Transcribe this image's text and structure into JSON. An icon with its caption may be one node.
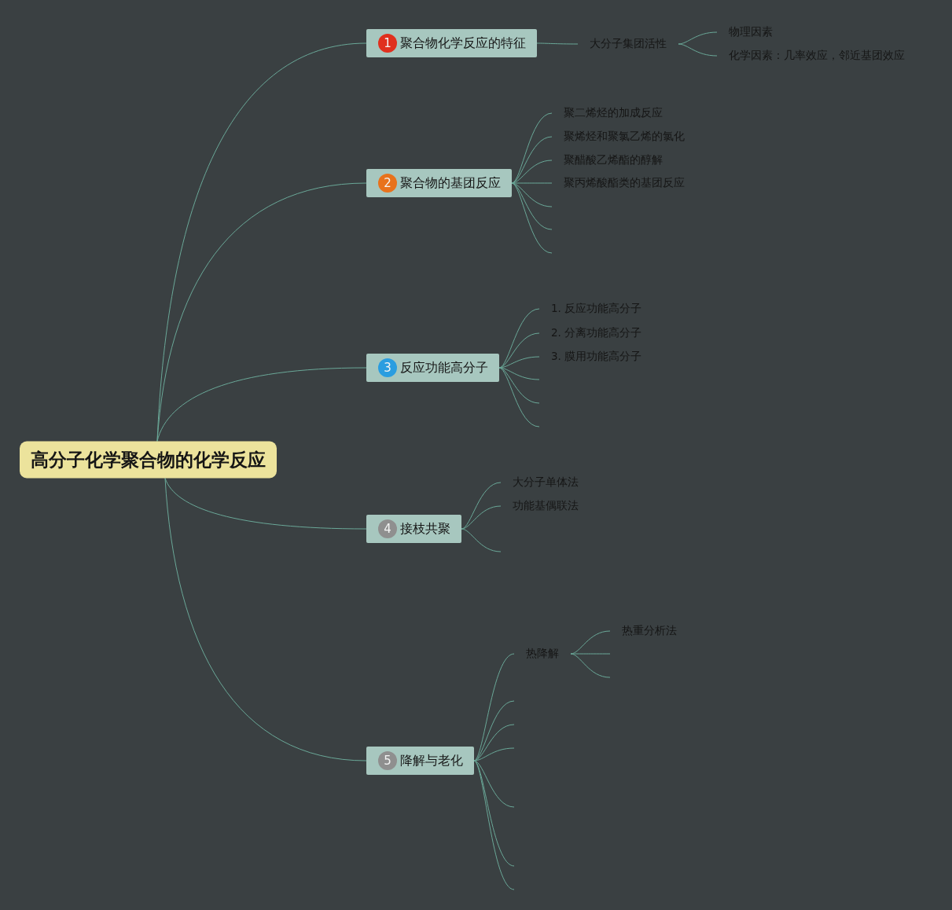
{
  "diagram": {
    "nodes": [
      {
        "text": [
          "高分子化学聚合物的化学反应"
        ]
      },
      {
        "text": [
          "1",
          "聚合物化学反应的特征"
        ]
      },
      {
        "text": [
          "大分子集团活性"
        ]
      },
      {
        "text": [
          "物理因素"
        ]
      },
      {
        "text": [
          "化学因素：几率效应，邻近基团效应"
        ]
      },
      {
        "text": [
          "2",
          "聚合物的基团反应"
        ]
      },
      {
        "text": [
          "聚二烯烃的加成反应"
        ]
      },
      {
        "text": [
          "聚烯烃和聚氯乙烯的氯化"
        ]
      },
      {
        "text": [
          "聚醋酸乙烯酯的醇解"
        ]
      },
      {
        "text": [
          "聚丙烯酸酯类的基团反应"
        ]
      },
      {
        "text": [
          "3",
          "反应功能高分子"
        ]
      },
      {
        "text": [
          "1. 反应功能高分子"
        ]
      },
      {
        "text": [
          "2. 分离功能高分子"
        ]
      },
      {
        "text": [
          "3. 膜用功能高分子"
        ]
      },
      {
        "text": [
          "4",
          "接枝共聚"
        ]
      },
      {
        "text": [
          "大分子单体法"
        ]
      },
      {
        "text": [
          "功能基偶联法"
        ]
      },
      {
        "text": [
          "5",
          "降解与老化"
        ]
      },
      {
        "text": [
          "热降解"
        ]
      },
      {
        "text": [
          "热重分析法"
        ]
      }
    ],
    "edges": [
      {
        "from": 0,
        "to": 1,
        "arrow": "none"
      },
      {
        "from": 0,
        "to": 5,
        "arrow": "none"
      },
      {
        "from": 0,
        "to": 10,
        "arrow": "none"
      },
      {
        "from": 0,
        "to": 14,
        "arrow": "none"
      },
      {
        "from": 0,
        "to": 17,
        "arrow": "none"
      },
      {
        "from": 1,
        "to": 2,
        "arrow": "none"
      },
      {
        "from": 2,
        "to": 3,
        "arrow": "none"
      },
      {
        "from": 2,
        "to": 4,
        "arrow": "none"
      },
      {
        "from": 5,
        "to": 6,
        "arrow": "none"
      },
      {
        "from": 5,
        "to": 7,
        "arrow": "none"
      },
      {
        "from": 5,
        "to": 8,
        "arrow": "none"
      },
      {
        "from": 5,
        "to": 9,
        "arrow": "none"
      },
      {
        "from": 5,
        "to": null,
        "arrow": "none"
      },
      {
        "from": 5,
        "to": null,
        "arrow": "none"
      },
      {
        "from": 5,
        "to": null,
        "arrow": "none"
      },
      {
        "from": 10,
        "to": 11,
        "arrow": "none"
      },
      {
        "from": 10,
        "to": 12,
        "arrow": "none"
      },
      {
        "from": 10,
        "to": 13,
        "arrow": "none"
      },
      {
        "from": 10,
        "to": null,
        "arrow": "none"
      },
      {
        "from": 10,
        "to": null,
        "arrow": "none"
      },
      {
        "from": 10,
        "to": null,
        "arrow": "none"
      },
      {
        "from": 14,
        "to": 15,
        "arrow": "none"
      },
      {
        "from": 14,
        "to": 16,
        "arrow": "none"
      },
      {
        "from": 14,
        "to": null,
        "arrow": "none"
      },
      {
        "from": 17,
        "to": 18,
        "arrow": "none"
      },
      {
        "from": 17,
        "to": null,
        "arrow": "none"
      },
      {
        "from": 17,
        "to": null,
        "arrow": "none"
      },
      {
        "from": 17,
        "to": null,
        "arrow": "none"
      },
      {
        "from": 17,
        "to": null,
        "arrow": "none"
      },
      {
        "from": 17,
        "to": null,
        "arrow": "none"
      },
      {
        "from": 17,
        "to": null,
        "arrow": "none"
      },
      {
        "from": 18,
        "to": 19,
        "arrow": "none"
      },
      {
        "from": 18,
        "to": null,
        "arrow": "none"
      },
      {
        "from": 18,
        "to": null,
        "arrow": "none"
      }
    ]
  }
}
